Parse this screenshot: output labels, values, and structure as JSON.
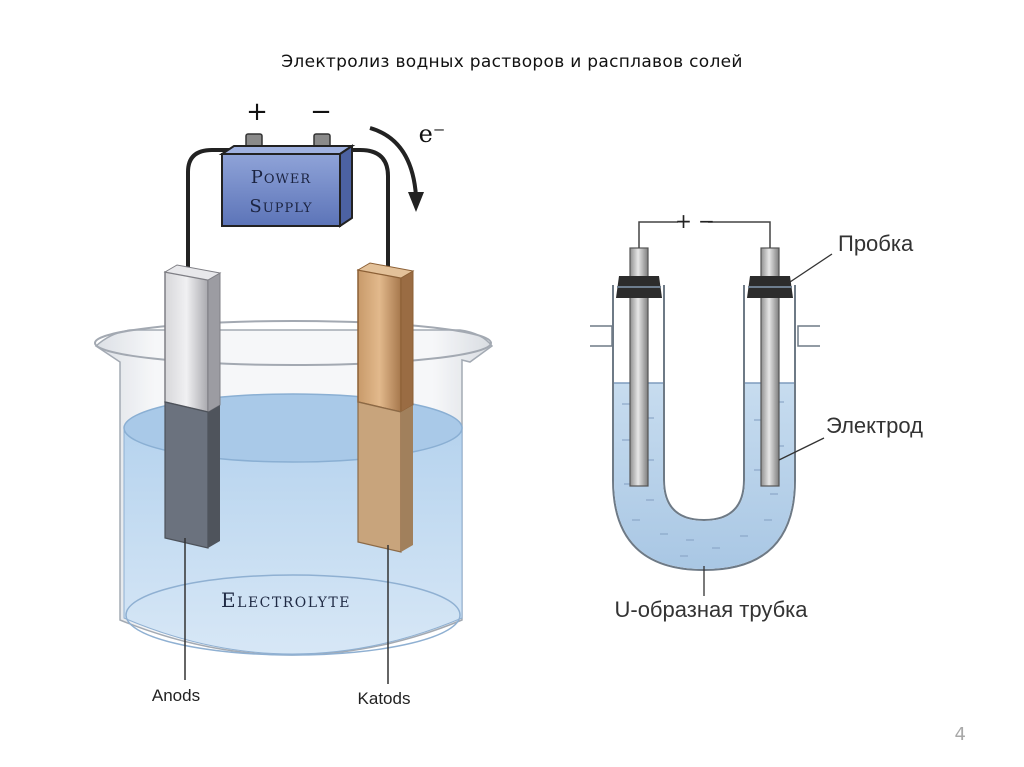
{
  "slide": {
    "title": "Электролиз водных растворов и расплавов солей",
    "page_number": "4"
  },
  "left_diagram": {
    "plus_sign": "+",
    "minus_sign": "−",
    "electron_label": "e⁻",
    "power_supply_line1": "Power",
    "power_supply_line2": "Supply",
    "electrolyte_label": "Electrolyte",
    "anode_label": "Anods",
    "cathode_label": "Katods"
  },
  "right_diagram": {
    "polarity": "+ −",
    "stopper_label": "Пробка",
    "electrode_label": "Электрод",
    "tube_label": "U-образная трубка"
  },
  "colors": {
    "electrolyte": "#bcd6ef",
    "power_supply": "#6f86c4",
    "anode": "#b9b9bd",
    "cathode": "#c08a58"
  }
}
